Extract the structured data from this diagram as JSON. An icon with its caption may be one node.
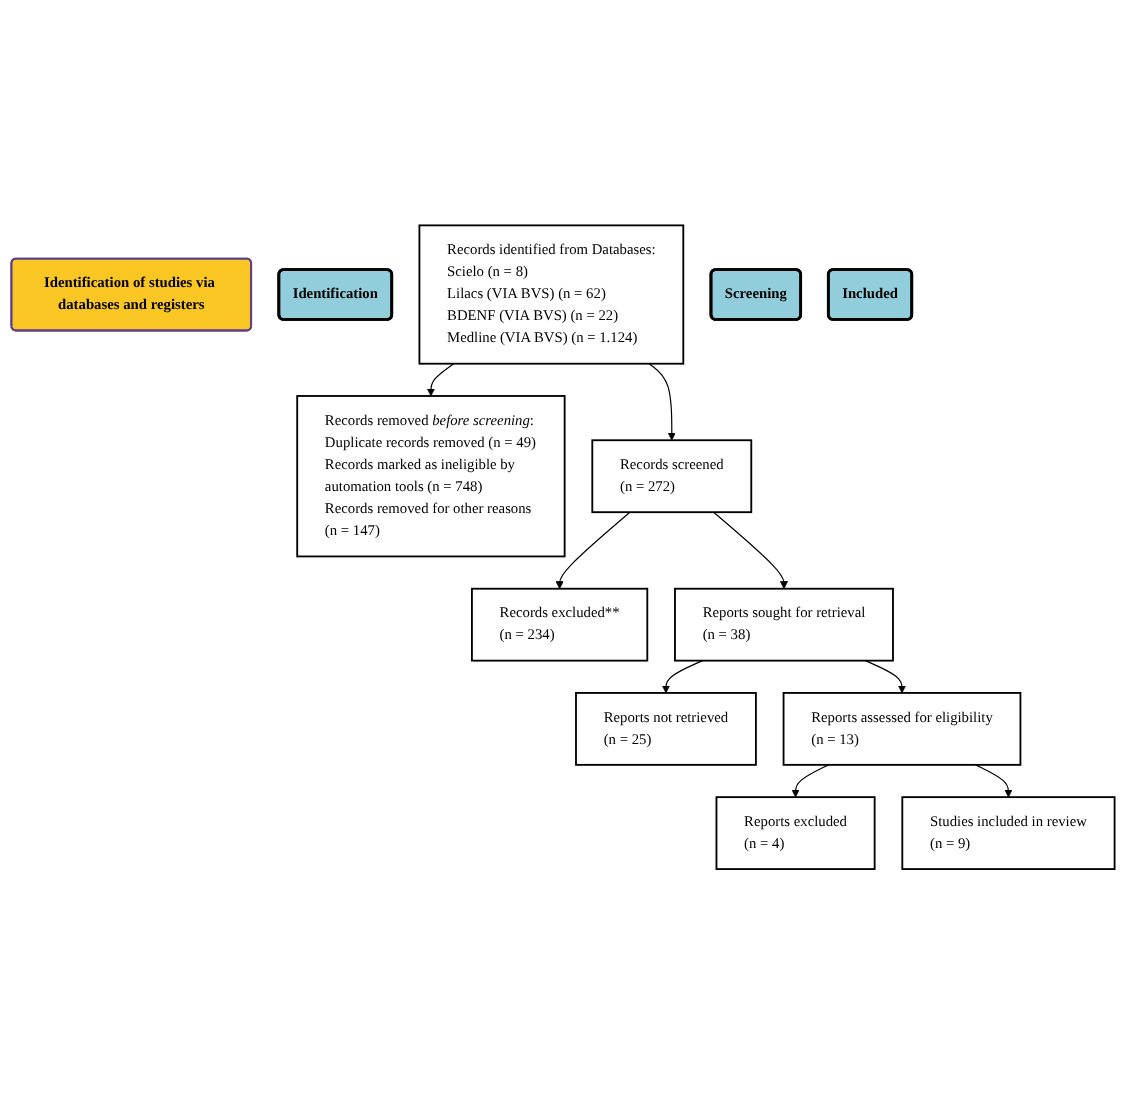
{
  "diagram": {
    "nodes": [
      {
        "text": [
          "Identification of studies via databases and registers"
        ]
      },
      {
        "text": [
          "Identification"
        ]
      },
      {
        "text": [
          "Records identified from Databases:",
          "Scielo (n = 8)",
          "Lilacs (VIA BVS) (n = 62)",
          "BDENF (VIA BVS) (n = 22)",
          "Medline (VIA BVS) (n = 1.124)"
        ]
      },
      {
        "text": [
          "Records removed *before screening*:",
          "Duplicate records removed (n = 49)",
          "Records marked as ineligible by automation tools (n = 748)",
          "Records removed for other reasons (n = 147)"
        ]
      },
      {
        "text": [
          "Screening"
        ]
      },
      {
        "text": [
          "Records screened",
          "(n = 272)"
        ]
      },
      {
        "text": [
          "Records excluded**",
          "(n = 234)"
        ]
      },
      {
        "text": [
          "Reports sought for retrieval",
          "(n = 38)"
        ]
      },
      {
        "text": [
          "Reports not retrieved",
          "(n = 25)"
        ]
      },
      {
        "text": [
          "Reports assessed for eligibility",
          "(n = 13)"
        ]
      },
      {
        "text": [
          "Reports excluded",
          "(n = 4)"
        ]
      },
      {
        "text": [
          "Included"
        ]
      },
      {
        "text": [
          "Studies included in review",
          "(n = 9)"
        ]
      }
    ],
    "edges": [
      {
        "from": 2,
        "to": 3,
        "arrow": "to"
      },
      {
        "from": 2,
        "to": 5,
        "arrow": "to"
      },
      {
        "from": 5,
        "to": 6,
        "arrow": "to"
      },
      {
        "from": 5,
        "to": 7,
        "arrow": "to"
      },
      {
        "from": 7,
        "to": 8,
        "arrow": "to"
      },
      {
        "from": 7,
        "to": 9,
        "arrow": "to"
      },
      {
        "from": 9,
        "to": 10,
        "arrow": "to"
      },
      {
        "from": 9,
        "to": 12,
        "arrow": "to"
      }
    ]
  }
}
